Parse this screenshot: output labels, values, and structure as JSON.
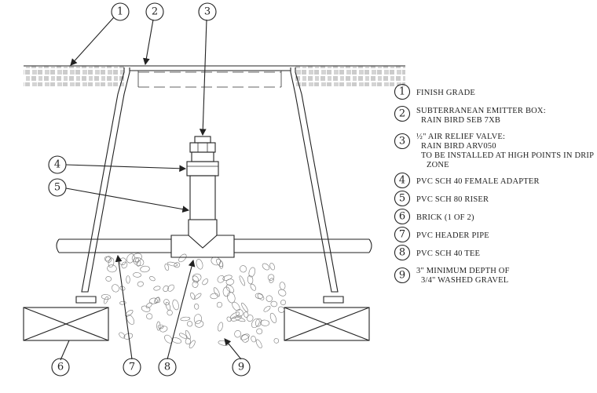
{
  "legend": [
    {
      "num": "1",
      "lines": [
        "FINISH GRADE"
      ]
    },
    {
      "num": "2",
      "lines": [
        "SUBTERRANEAN EMITTER BOX:",
        "RAIN BIRD SEB 7XB"
      ]
    },
    {
      "num": "3",
      "lines": [
        "½\" AIR RELIEF VALVE:",
        "RAIN BIRD ARV050",
        "TO BE INSTALLED AT HIGH POINTS IN DRIP",
        "ZONE"
      ]
    },
    {
      "num": "4",
      "lines": [
        "PVC SCH 40 FEMALE ADAPTER"
      ]
    },
    {
      "num": "5",
      "lines": [
        "PVC SCH 80 RISER"
      ]
    },
    {
      "num": "6",
      "lines": [
        "BRICK (1 OF 2)"
      ]
    },
    {
      "num": "7",
      "lines": [
        "PVC HEADER PIPE"
      ]
    },
    {
      "num": "8",
      "lines": [
        "PVC SCH 40 TEE"
      ]
    },
    {
      "num": "9",
      "lines": [
        "3\" MINIMUM DEPTH OF",
        "3/4\" WASHED GRAVEL"
      ]
    }
  ],
  "callouts": [
    "1",
    "2",
    "3",
    "4",
    "5",
    "6",
    "7",
    "8",
    "9"
  ],
  "colors": {
    "ink": "#222222",
    "background": "#ffffff"
  }
}
